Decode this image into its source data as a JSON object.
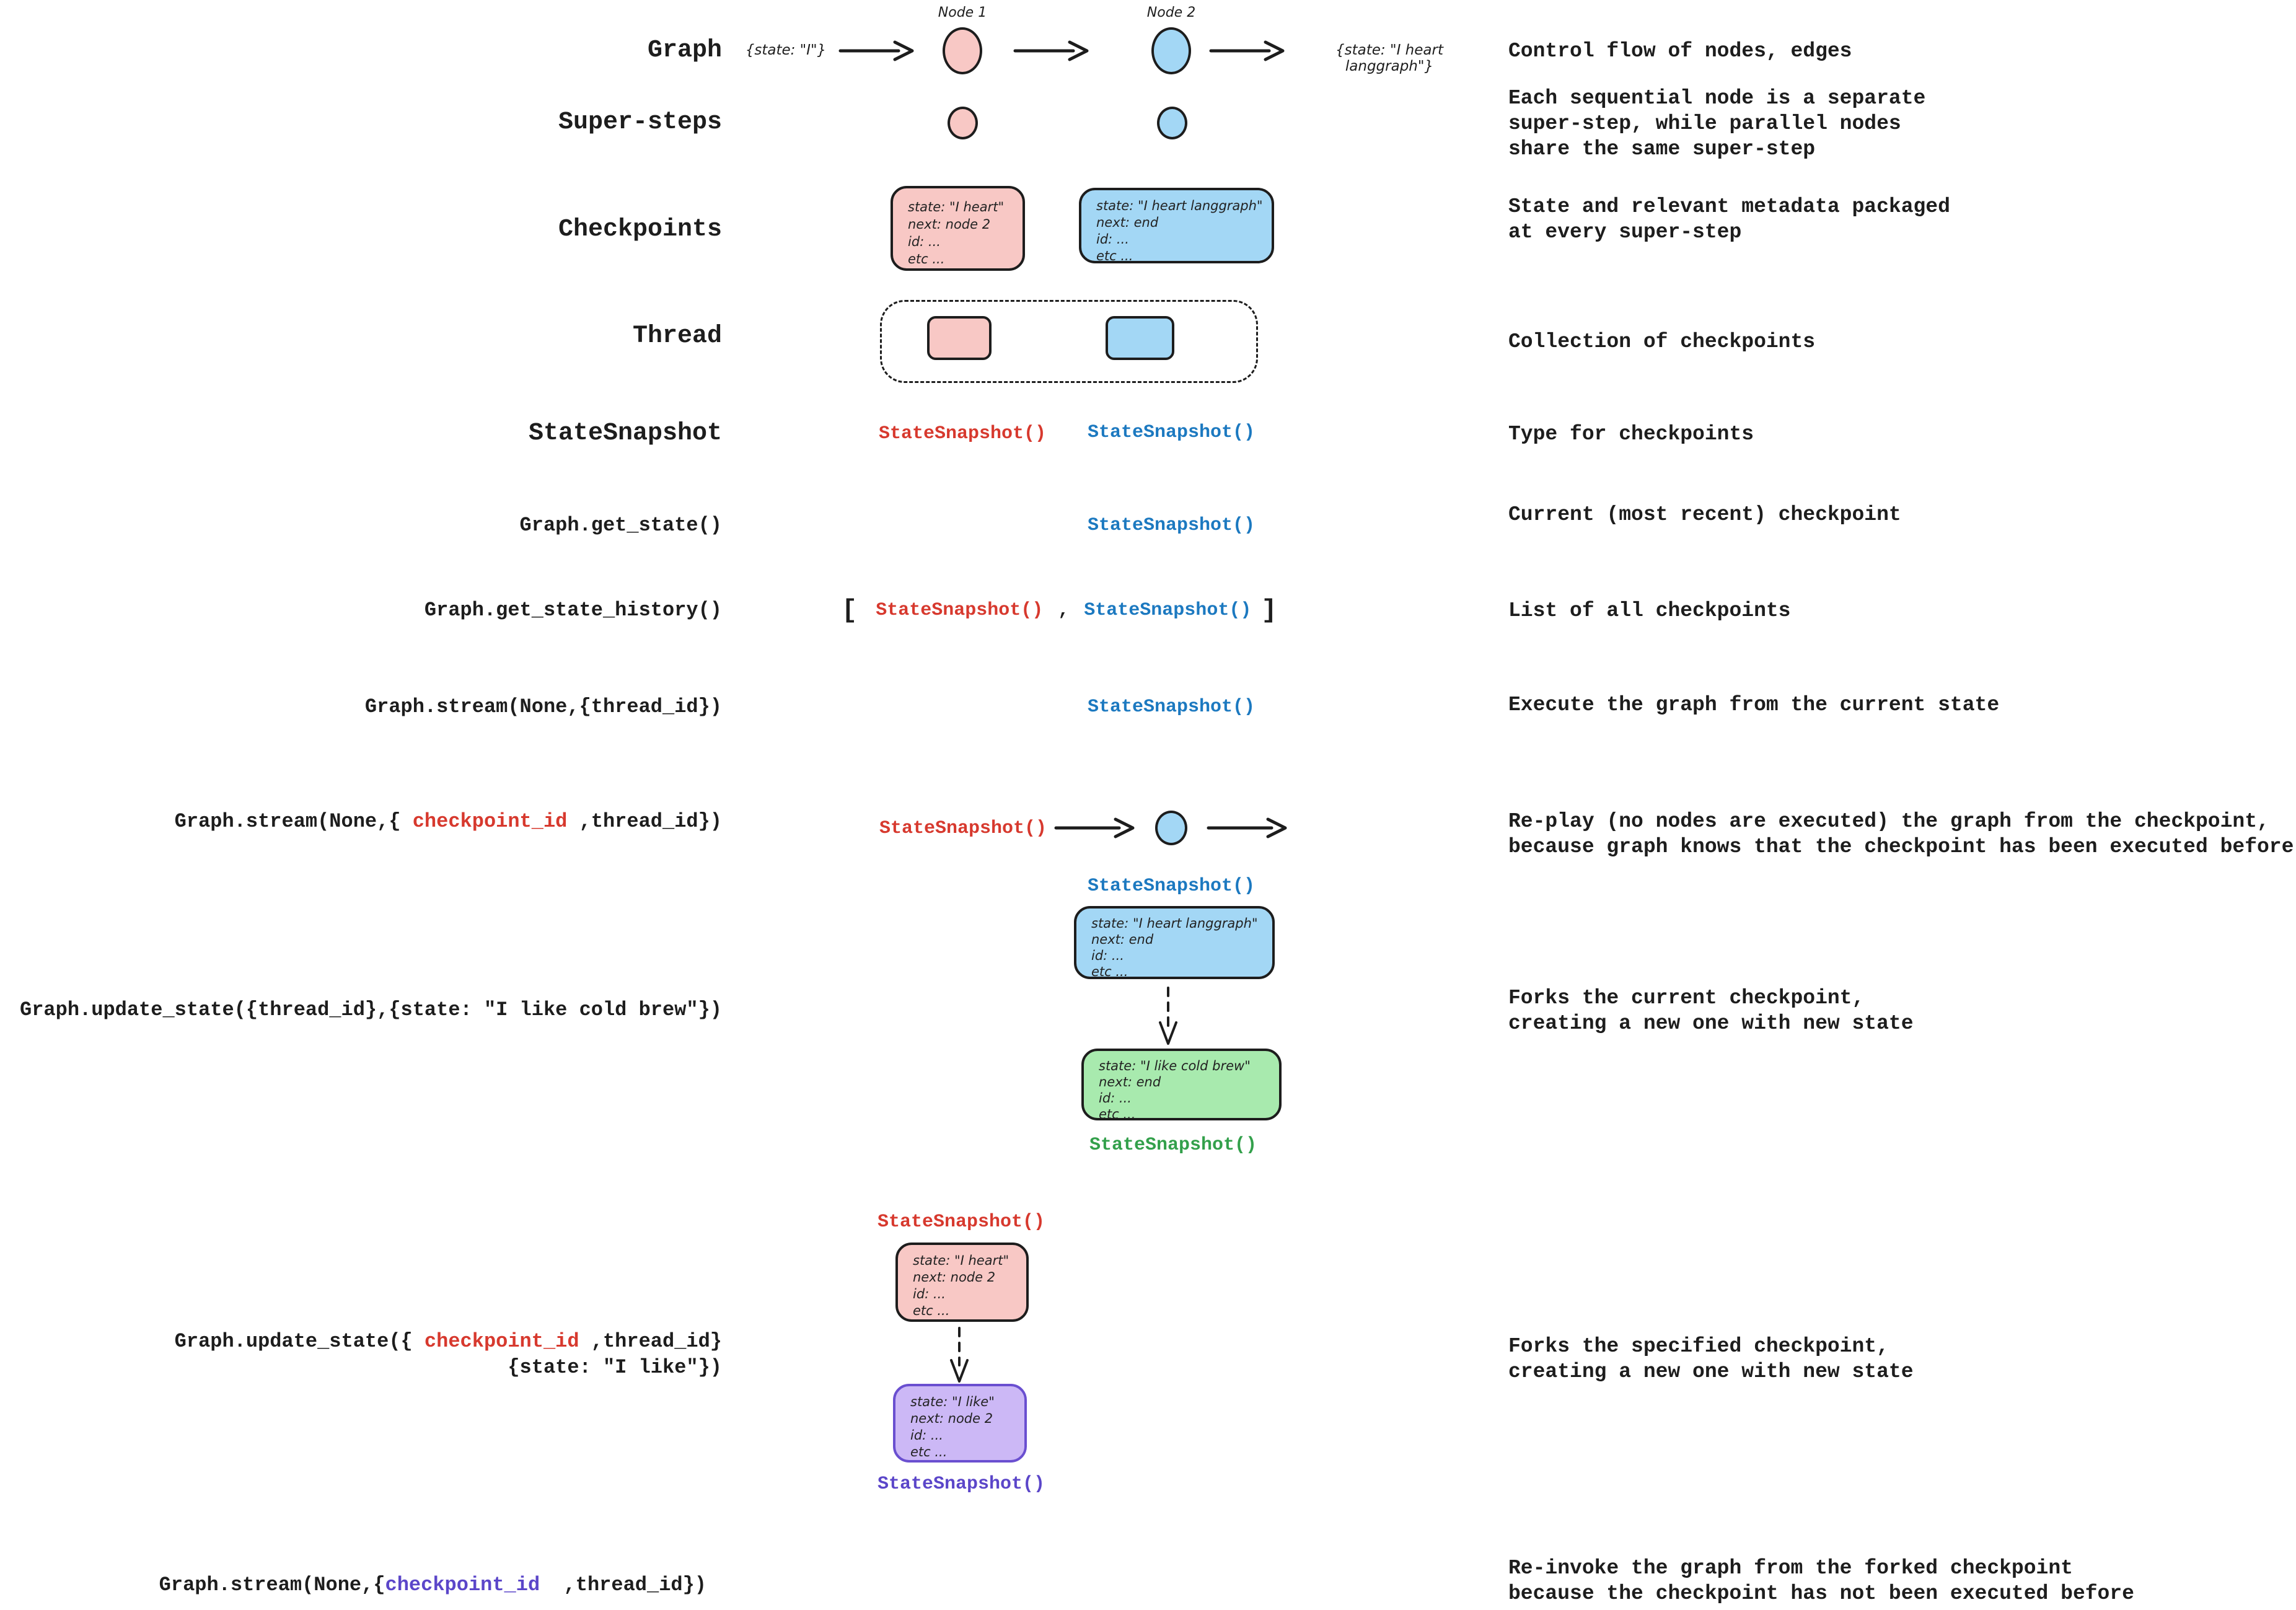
{
  "palette": {
    "pink_fill": "#f8c8c5",
    "blue_fill": "#a3d7f5",
    "green_fill": "#a8eaae",
    "purple_fill": "#ccb8f6",
    "red_text": "#d7392e",
    "blue_text": "#1c79c0",
    "green_text": "#33a04b",
    "purple_text": "#5b46c9",
    "ink": "#1d1d1d"
  },
  "left_labels": {
    "graph": "Graph",
    "super_steps": "Super-steps",
    "checkpoints": "Checkpoints",
    "thread": "Thread",
    "state_snapshot": "StateSnapshot",
    "get_state": "Graph.get_state()",
    "get_state_history": "Graph.get_state_history()",
    "stream_thread": "Graph.stream(None,{thread_id})",
    "stream_checkpoint": {
      "pre": "Graph.stream(None,{ ",
      "hl": "checkpoint_id",
      "post": " ,thread_id})"
    },
    "update_state_thread": "Graph.update_state({thread_id},{state: \"I like cold brew\"})",
    "update_state_checkpoint": {
      "pre": "Graph.update_state({ ",
      "hl": "checkpoint_id",
      "post": " ,thread_id}",
      "line2": "{state: \"I like\"})"
    },
    "stream_forked": {
      "pre": "Graph.stream(None,{",
      "hl": "checkpoint_id",
      "post": "  ,thread_id})"
    }
  },
  "descriptions": {
    "graph": "Control flow of nodes, edges",
    "super_steps": "Each sequential node is a separate\nsuper-step, while parallel nodes\nshare the same super-step",
    "checkpoints": "State and relevant metadata packaged\nat every super-step",
    "thread": "Collection of checkpoints",
    "state_snapshot": "Type for checkpoints",
    "get_state": "Current (most recent) checkpoint",
    "get_state_history": "List of all checkpoints",
    "stream_thread": "Execute the graph from the current state",
    "stream_checkpoint": "Re-play (no nodes are executed) the graph from the checkpoint,\nbecause graph knows that the checkpoint has been executed before",
    "update_state_thread": "Forks the current checkpoint,\ncreating a new one with new state",
    "update_state_checkpoint": "Forks the specified checkpoint,\ncreating a new one with new state",
    "stream_forked": "Re-invoke the graph from the forked checkpoint\nbecause the checkpoint has not been executed before"
  },
  "flow": {
    "input_state": "{state: \"I\"}",
    "node1_label": "Node 1",
    "node2_label": "Node 2",
    "output_state": "{state: \"I heart langgraph\"}"
  },
  "tokens": {
    "snapshot_fn": "StateSnapshot()",
    "bracket_open": "[",
    "bracket_close": "]",
    "comma": ","
  },
  "cards": {
    "checkpoint_pink": {
      "l1": "state: \"I heart\"",
      "l2": "next: node 2",
      "l3": "id: ...",
      "l4": "etc ..."
    },
    "checkpoint_blue": {
      "l1": "state: \"I heart langgraph\"",
      "l2": "next: end",
      "l3": "id: ...",
      "l4": "etc ..."
    },
    "replay_blue": {
      "l1": "state: \"I heart langgraph\"",
      "l2": "next: end",
      "l3": "id: ...",
      "l4": "etc ..."
    },
    "fork_green": {
      "l1": "state: \"I like cold brew\"",
      "l2": "next: end",
      "l3": "id: ...",
      "l4": "etc ..."
    },
    "fork_pink": {
      "l1": "state: \"I heart\"",
      "l2": "next: node 2",
      "l3": "id: ...",
      "l4": "etc ..."
    },
    "fork_purple": {
      "l1": "state: \"I like\"",
      "l2": "next: node 2",
      "l3": "id: ...",
      "l4": "etc ..."
    }
  }
}
